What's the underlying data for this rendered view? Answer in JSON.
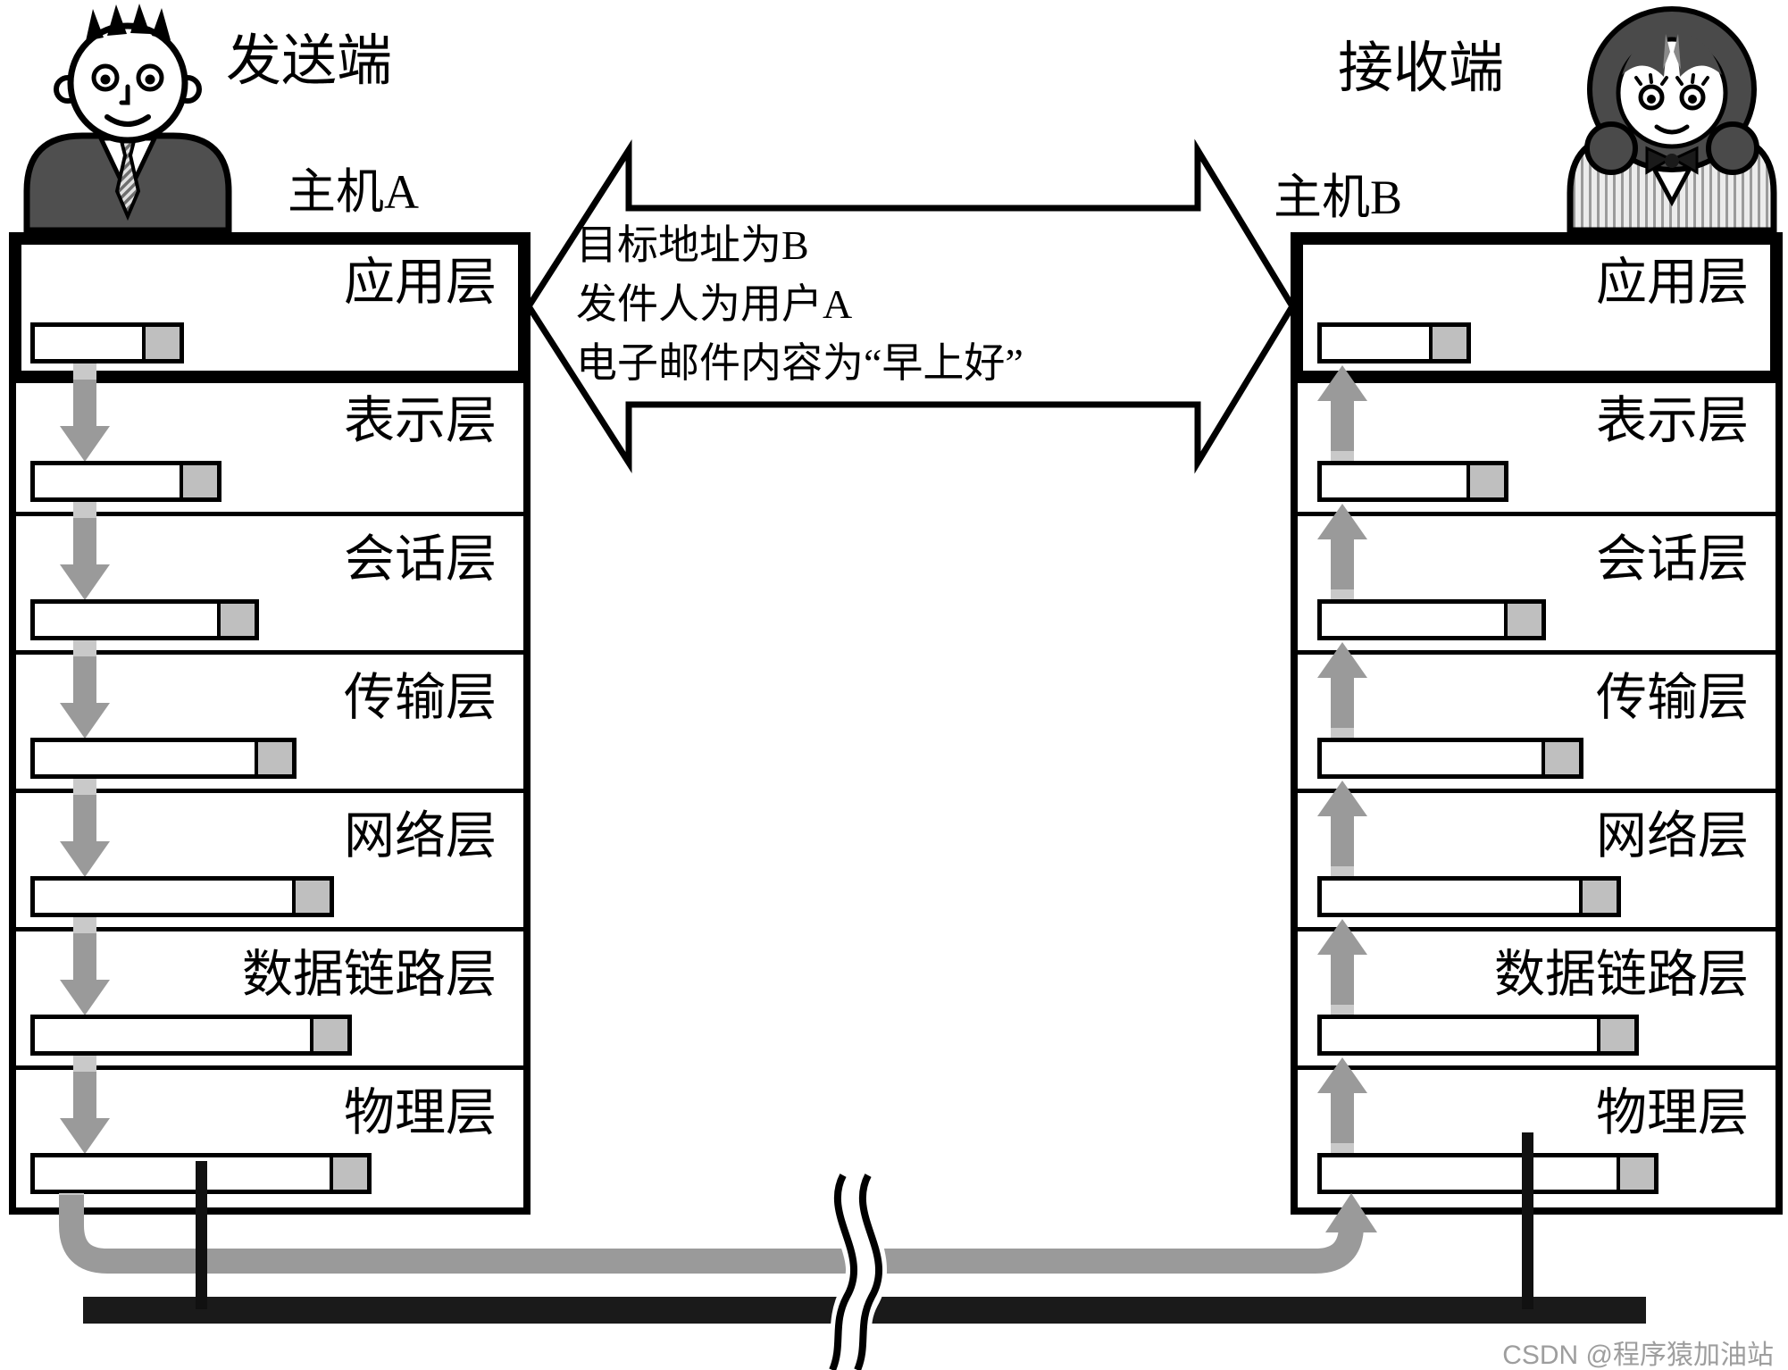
{
  "sender": {
    "role": "发送端",
    "host": "主机A"
  },
  "receiver": {
    "role": "接收端",
    "host": "主机B"
  },
  "layer_names": [
    "应用层",
    "表示层",
    "会话层",
    "传输层",
    "网络层",
    "数据链路层",
    "物理层"
  ],
  "pdu_bar_total_widths": [
    172,
    214,
    256,
    298,
    340,
    360,
    382
  ],
  "message": {
    "line1": "目标地址为B",
    "line2": "发件人为用户A",
    "line3": "电子邮件内容为“早上好”"
  },
  "watermark": "CSDN @程序猿加油站",
  "colors": {
    "line_black": "#000000",
    "flow_gray": "#9a9a9a",
    "flow_stub_gray": "#c9c9c9",
    "pdu_header_gray": "#bfbfbf",
    "cable_black": "#1a1a1a",
    "suit_gray": "#4f4f4f",
    "hair_gray": "#4a4a4a",
    "watermark_gray": "#9e9e9e"
  }
}
